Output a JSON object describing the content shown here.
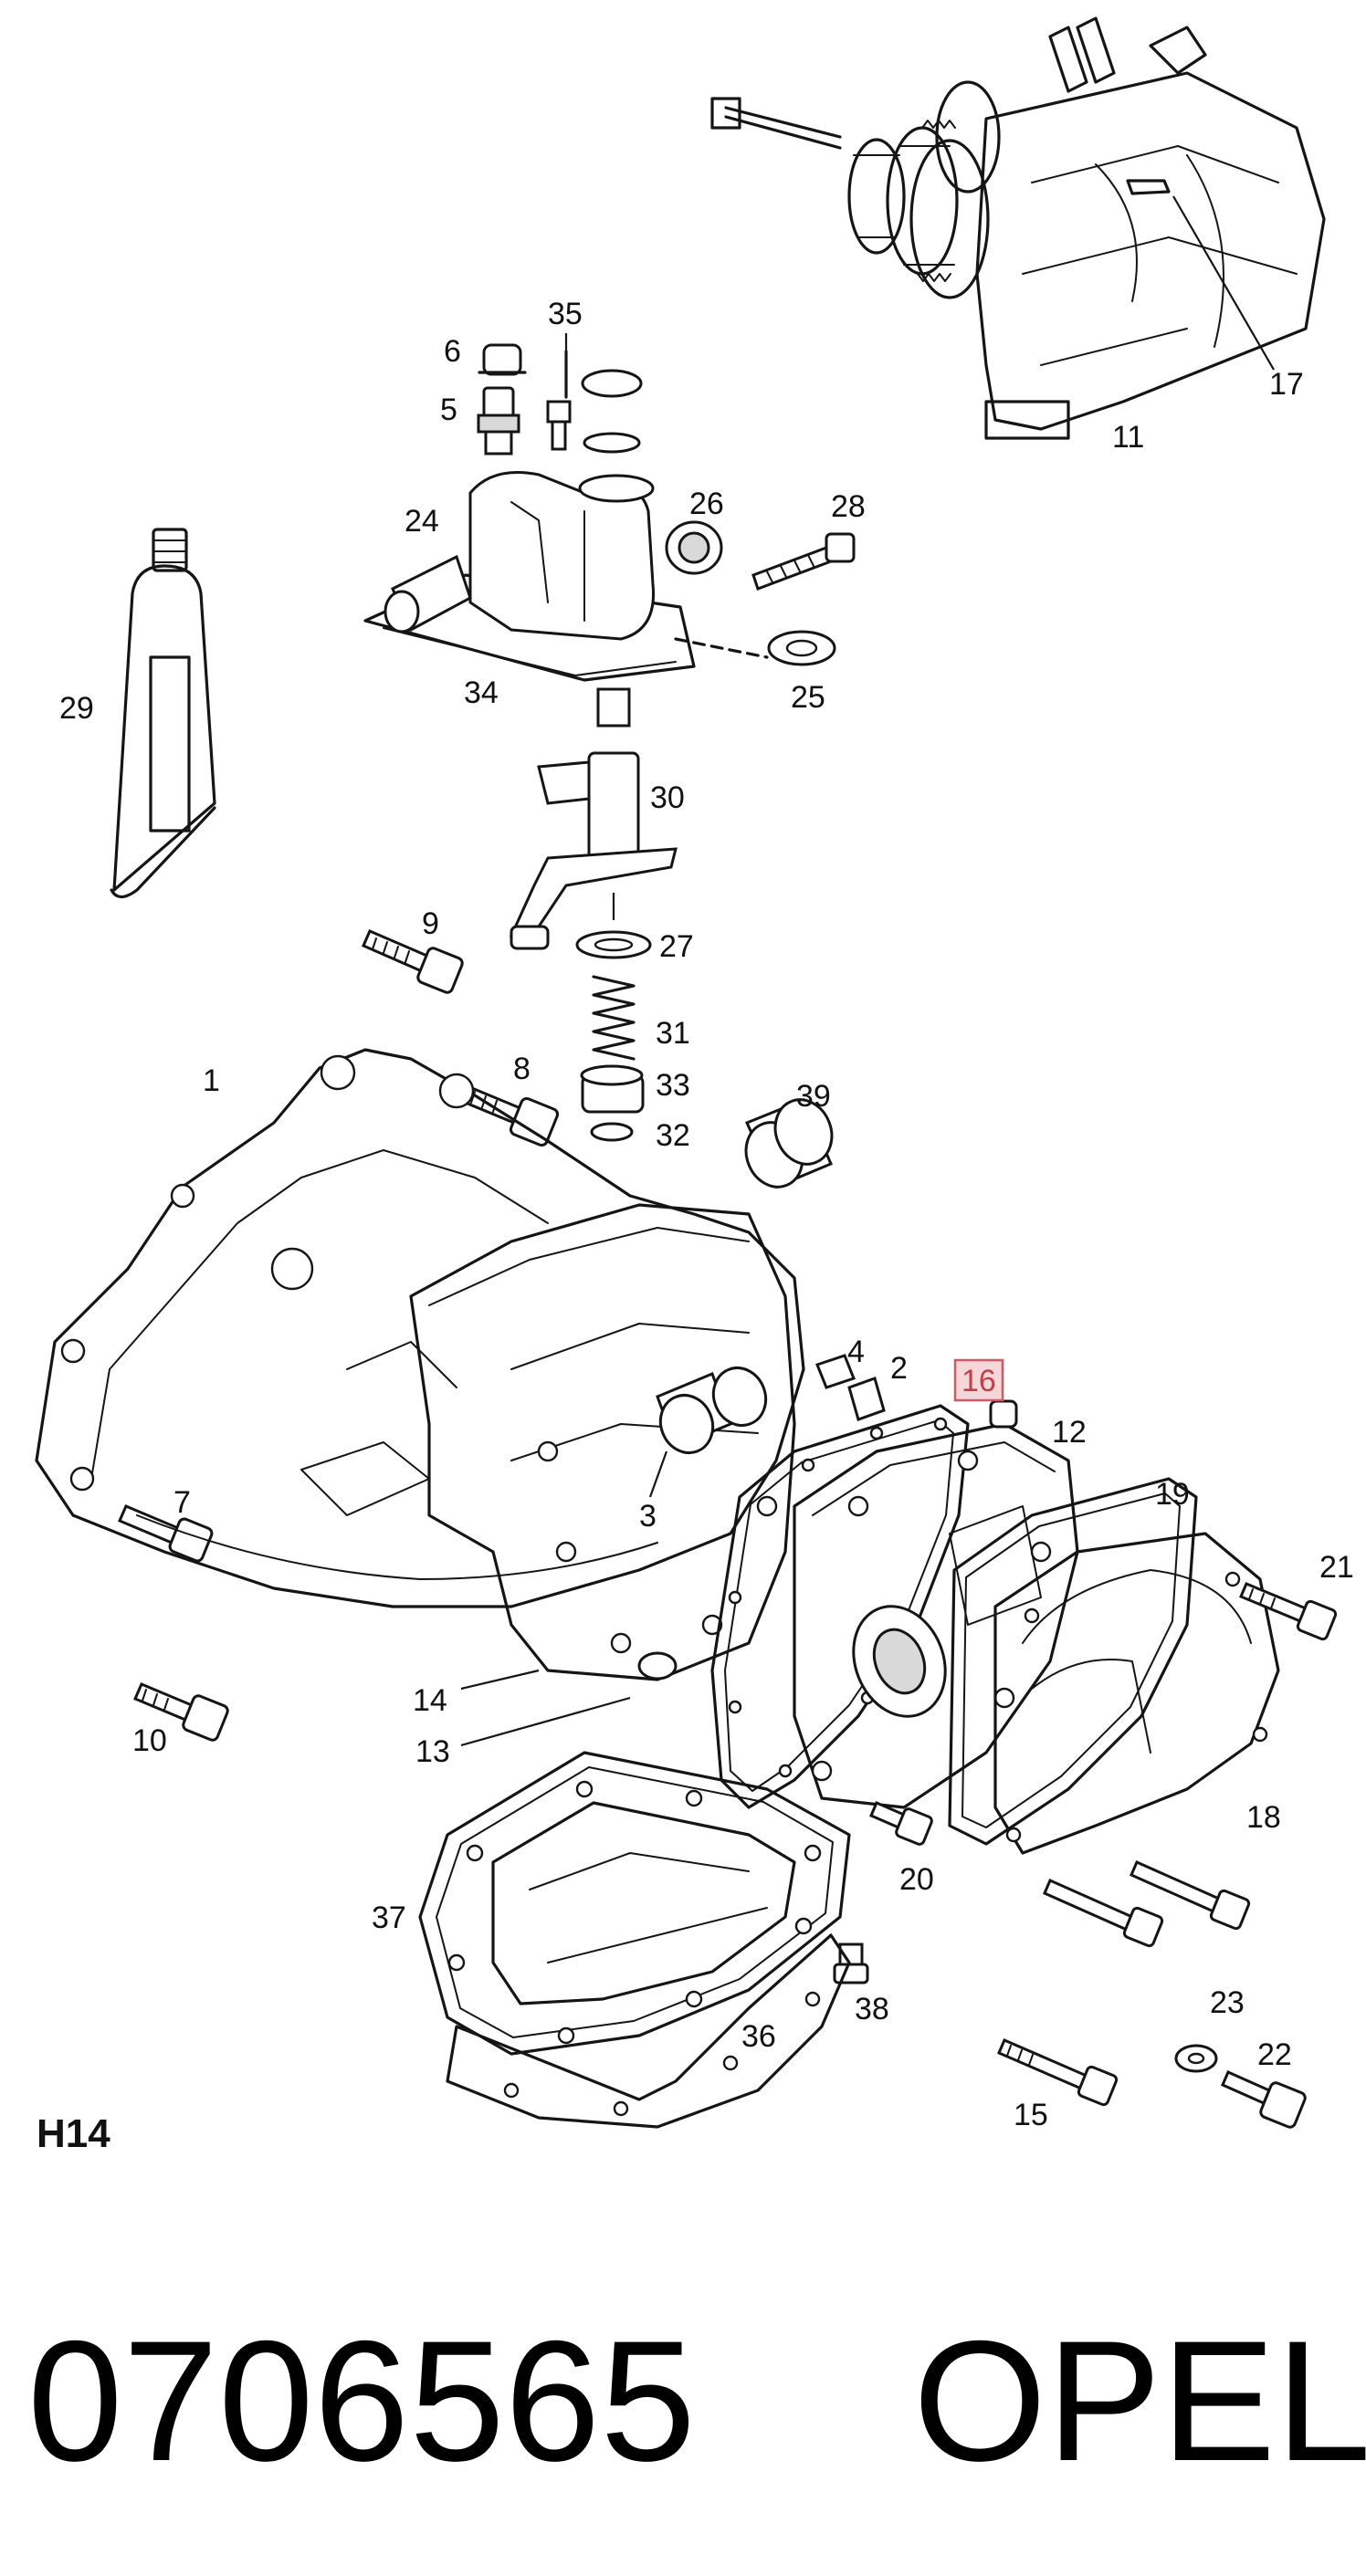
{
  "diagram": {
    "sheet_code": "H14",
    "part_number": "0706565",
    "brand": "OPEL",
    "highlight_color": "#d05a64",
    "highlighted_callout": "16",
    "callouts": [
      "1",
      "2",
      "3",
      "4",
      "5",
      "6",
      "7",
      "8",
      "9",
      "10",
      "11",
      "12",
      "13",
      "14",
      "15",
      "16",
      "17",
      "18",
      "19",
      "20",
      "21",
      "22",
      "23",
      "24",
      "25",
      "26",
      "27",
      "28",
      "29",
      "30",
      "31",
      "32",
      "33",
      "34",
      "35",
      "36",
      "37",
      "38",
      "39"
    ]
  }
}
